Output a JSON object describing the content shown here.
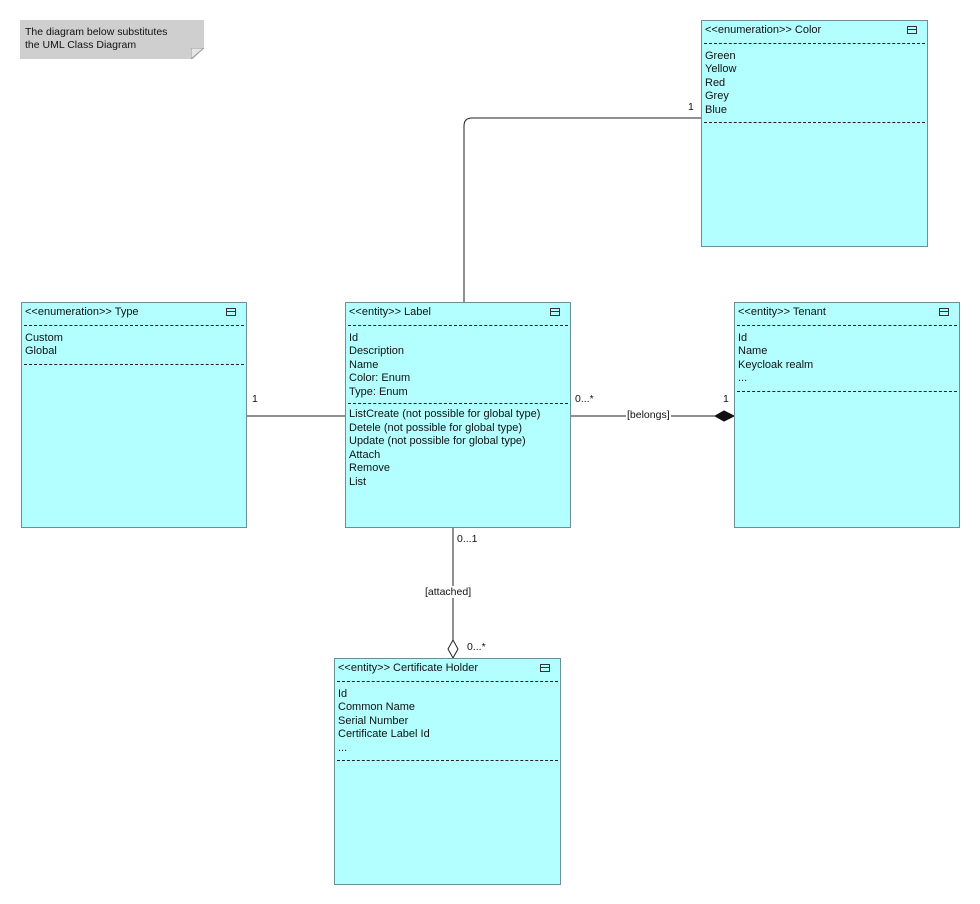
{
  "note": {
    "lines": [
      "The diagram below substitutes",
      "the UML Class Diagram"
    ]
  },
  "boxes": {
    "color": {
      "title": "<<enumeration>> Color",
      "attributes": [
        "Green",
        "Yellow",
        "Red",
        "Grey",
        "Blue"
      ]
    },
    "type": {
      "title": "<<enumeration>> Type",
      "attributes": [
        "Custom",
        "Global"
      ]
    },
    "label": {
      "title": "<<entity>> Label",
      "attributes": [
        "Id",
        "Description",
        "Name",
        "Color: Enum",
        "Type: Enum"
      ],
      "operations": [
        "ListCreate (not possible for global type)",
        "Detele (not possible for global type)",
        "Update (not possible for global type)",
        "Attach",
        "Remove",
        "List"
      ]
    },
    "tenant": {
      "title": "<<entity>> Tenant",
      "attributes": [
        "Id",
        "Name",
        "Keycloak realm",
        "..."
      ]
    },
    "certificate_holder": {
      "title": "<<entity>> Certificate Holder",
      "attributes": [
        "Id",
        "Common Name",
        "Serial Number",
        "Certificate Label Id",
        "..."
      ]
    }
  },
  "relations": {
    "label_color": {
      "multiplicity_color": "1"
    },
    "label_type": {
      "multiplicity_type": "1"
    },
    "label_tenant": {
      "name": "[belongs]",
      "multiplicity_label": "0...*",
      "multiplicity_tenant": "1"
    },
    "label_certificate": {
      "name": "[attached]",
      "multiplicity_label": "0...1",
      "multiplicity_certificate": "0...*"
    }
  },
  "colors": {
    "box_fill": "#b3ffff",
    "box_border": "#6a8f96",
    "note_fill": "#cfcfcf"
  }
}
